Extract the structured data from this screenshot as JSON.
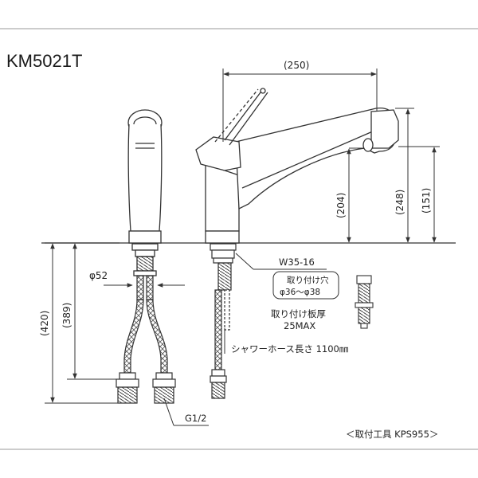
{
  "model": "KM5021T",
  "dimensions": {
    "w250": "(250)",
    "h204": "(204)",
    "h248": "(248)",
    "h151": "(151)",
    "h420": "(420)",
    "h389": "(389)",
    "d52": "φ52"
  },
  "notes": {
    "thread": "W35-16",
    "hole_title": "取り付け穴",
    "hole_range": "φ36～φ38",
    "plate_title": "取り付け板厚",
    "plate_max": "25MAX",
    "hose": "シャワーホース長さ 1100㎜",
    "pipe": "G1/2",
    "tool": "＜取付工具 KPS955＞"
  }
}
